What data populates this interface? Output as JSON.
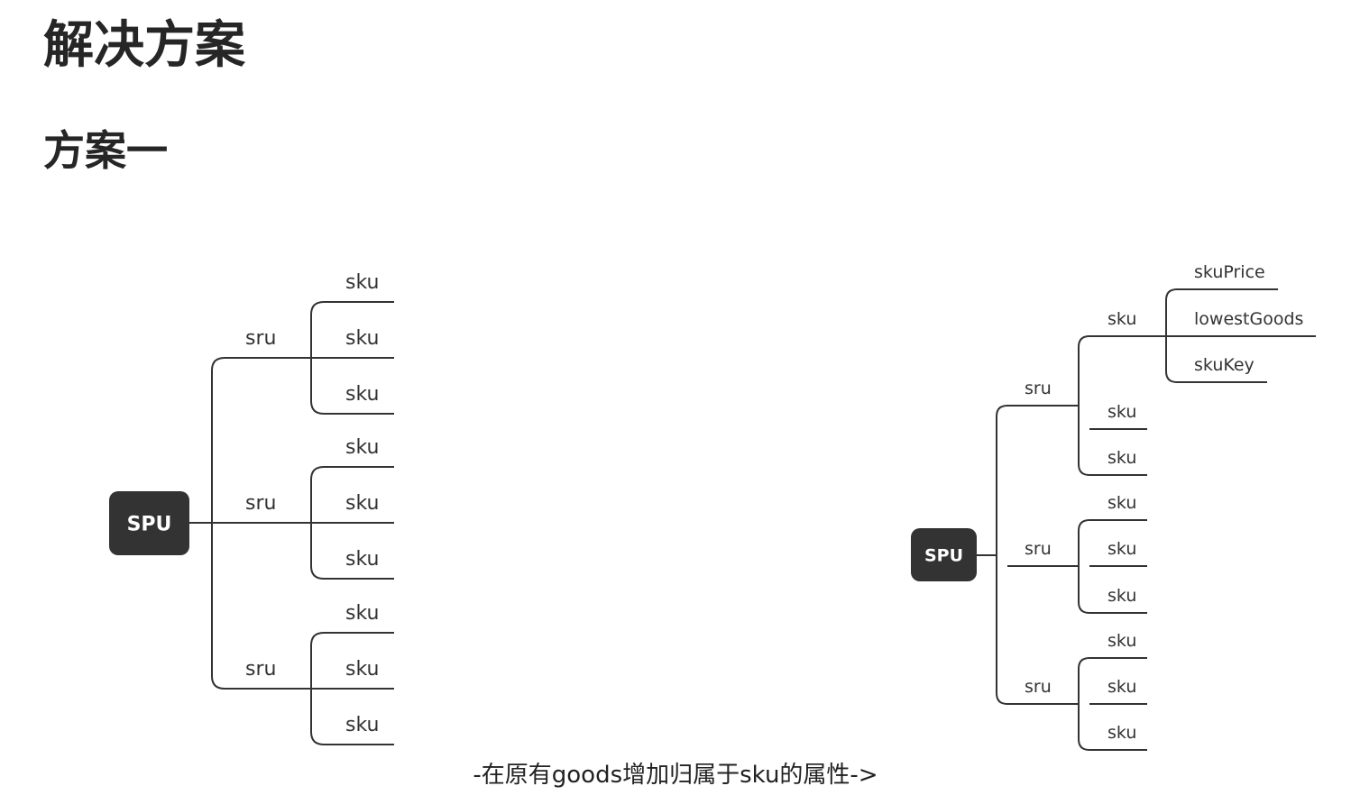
{
  "main_title": "解决方案",
  "section_title": "方案一",
  "caption": "-在原有goods增加归属于sku的属性->",
  "colors": {
    "node_fill": "#333333",
    "node_text": "#ffffff",
    "line": "#333333",
    "text": "#333333"
  },
  "diagram_left": {
    "root": "SPU",
    "branches": [
      {
        "label": "sru",
        "children": [
          {
            "label": "sku"
          },
          {
            "label": "sku"
          },
          {
            "label": "sku"
          }
        ]
      },
      {
        "label": "sru",
        "children": [
          {
            "label": "sku"
          },
          {
            "label": "sku"
          },
          {
            "label": "sku"
          }
        ]
      },
      {
        "label": "sru",
        "children": [
          {
            "label": "sku"
          },
          {
            "label": "sku"
          },
          {
            "label": "sku"
          }
        ]
      }
    ]
  },
  "diagram_right": {
    "root": "SPU",
    "branches": [
      {
        "label": "sru",
        "children": [
          {
            "label": "sku",
            "children": [
              {
                "label": "skuPrice"
              },
              {
                "label": "lowestGoods"
              },
              {
                "label": "skuKey"
              }
            ]
          },
          {
            "label": "sku"
          },
          {
            "label": "sku"
          }
        ]
      },
      {
        "label": "sru",
        "children": [
          {
            "label": "sku"
          },
          {
            "label": "sku"
          },
          {
            "label": "sku"
          }
        ]
      },
      {
        "label": "sru",
        "children": [
          {
            "label": "sku"
          },
          {
            "label": "sku"
          },
          {
            "label": "sku"
          }
        ]
      }
    ]
  }
}
